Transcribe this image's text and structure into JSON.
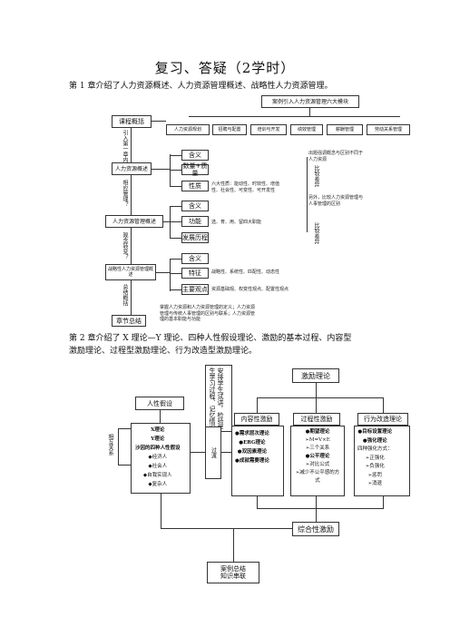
{
  "doc": {
    "title": "复习、答疑（2学时）",
    "para1": "第 1 章介绍了人力资源概述、人力资源管理概述、战略性人力资源管理。",
    "para2_line1": "第 2 章介绍了 X 理论—Y 理论、四种人性假设理论、激励的基本过程、内容型",
    "para2_line2": "激励理论、过程型激励理论、行为改造型激励理论。"
  },
  "diagram1": {
    "top_box": "案例引入人力资源管理六大模块",
    "modules": [
      "人力资源规划",
      "招聘与配置",
      "培训与开发",
      "绩效管理",
      "薪酬管理",
      "劳动关系管理"
    ],
    "left_chain": [
      "课程概括",
      "人力资源概述",
      "人力资源管理概述",
      "战略性人力资源管理概述",
      "章节总结"
    ],
    "left_arrows": [
      "引入第一章内容",
      "相应管理？",
      "观念转变？",
      "总结概括"
    ],
    "group1": [
      "含义",
      "数量+质量",
      "性质"
    ],
    "group2": [
      "含义",
      "功能",
      "发展历程"
    ],
    "group3": [
      "含义",
      "特征",
      "主要观点"
    ],
    "notes": {
      "n1": "六大性质：能动性、时效性、增值性、社会性、可变性、可开发性",
      "n2": "选、育、用、留四大职能",
      "n3": "战略性、系统性、匹配性、动态性",
      "n4": "资源基础观、权变性观点、配置性观点",
      "n5": "出题强调概念与区别不同于人力资源",
      "n6": "另外，比较人力资源管理与人事管理的区别",
      "r1": "比较差异",
      "r2": "比较差异",
      "summary": "掌握人力资源和人力资源管理的定义；人力资源管理与传统人事管理的区别与联系；人力资源管理的基本职能与功能"
    }
  },
  "diagram2": {
    "left_title": "人性假设",
    "vert_note": "安排学生试讲，检验学生学习过程、记忆情况",
    "left_items": [
      "X理论",
      "Y理论",
      "沙因的四种人性假设",
      "经济人",
      "社会人",
      "自我实现人",
      "复杂人"
    ],
    "left_side_label": "相互关系",
    "transition": "过渡",
    "top_box": "激励理论",
    "col_titles": [
      "内容性激励",
      "过程性激励",
      "行为改造理论"
    ],
    "col1": [
      "需求层次理论",
      "ERG理论",
      "双因素理论",
      "成就需要理论"
    ],
    "col2": [
      "期望理论",
      "M=V×E",
      "三个关系",
      "公平理论",
      "对比公式",
      "减少不公平感的方式"
    ],
    "col3": [
      "目标设置理论",
      "强化理论",
      "四种强化方式：",
      "正强化",
      "负强化",
      "惩罚",
      "消退"
    ],
    "bottom_box": "综合性激励",
    "final_box_line1": "案例总结",
    "final_box_line2": "知识串联"
  }
}
